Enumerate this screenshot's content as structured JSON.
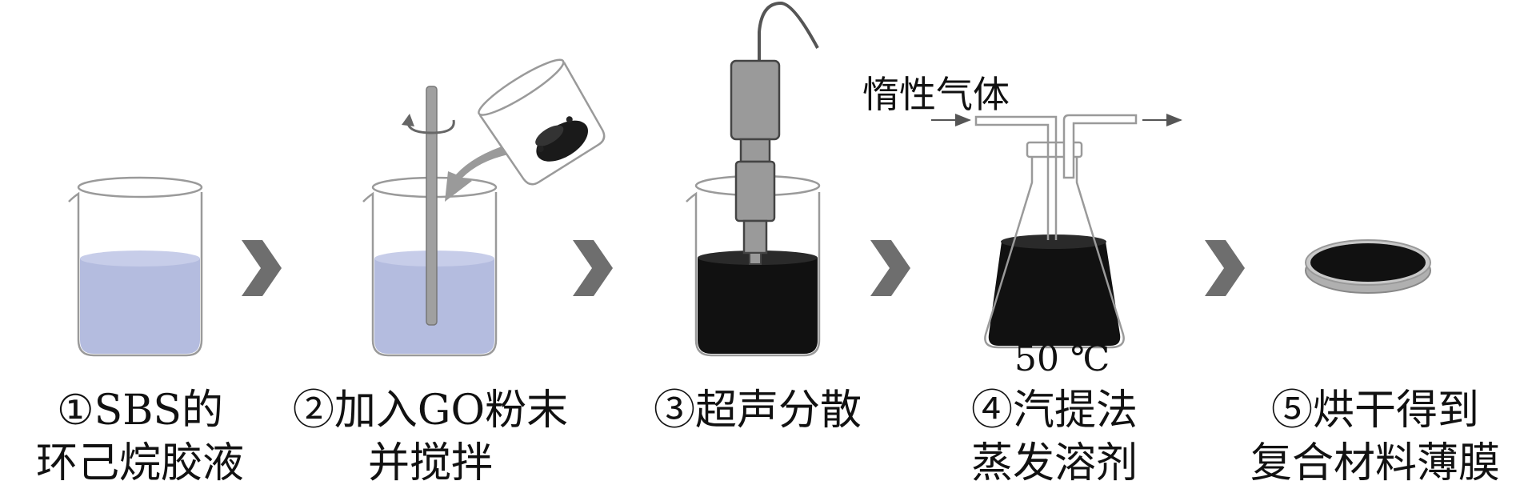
{
  "steps": [
    {
      "number": "①",
      "line1": "①SBS的",
      "line2": "环己烷胶液"
    },
    {
      "number": "②",
      "line1": "②加入GO粉末",
      "line2": "并搅拌"
    },
    {
      "number": "③",
      "line1": "③超声分散",
      "line2": ""
    },
    {
      "number": "④",
      "line1": "④汽提法",
      "line2": "蒸发溶剂"
    },
    {
      "number": "⑤",
      "line1": "⑤烘干得到",
      "line2": "复合材料薄膜"
    }
  ],
  "annotations": {
    "inert_gas": "惰性气体",
    "temperature": "50 ℃"
  },
  "icons": [
    "beaker-icon",
    "stirring-rod-icon",
    "powder-beaker-icon",
    "ultrasonic-probe-icon",
    "erlenmeyer-flask-icon",
    "petri-dish-icon",
    "chevron-right-icon"
  ],
  "colors": {
    "solution": "#b4bcdf",
    "dark_liquid": "#111111",
    "chevron": "#6e6e6e",
    "probe": "#9a9a9a",
    "glass": "#9a9a9a"
  }
}
